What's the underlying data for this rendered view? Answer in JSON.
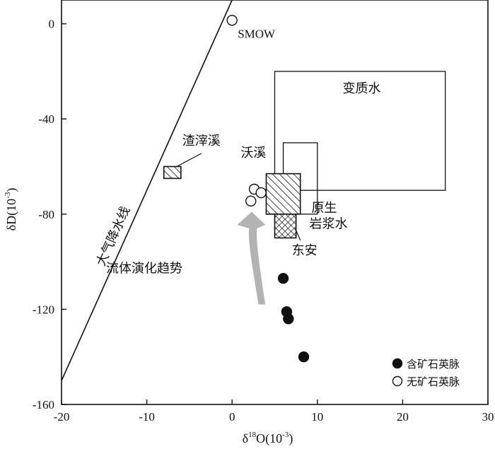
{
  "chart_data": {
    "type": "scatter",
    "xlabel": {
      "main": "δ",
      "sup1": "18",
      "mid": "O(10",
      "sup2": "-3",
      "end": ")"
    },
    "ylabel": {
      "main": "δD(10",
      "sup": "-3",
      "end": ")"
    },
    "xlim": [
      -20,
      30
    ],
    "ylim": [
      -160,
      10
    ],
    "xticks": [
      -20,
      -10,
      0,
      10,
      20,
      30
    ],
    "yticks": [
      0,
      -40,
      -80,
      -120,
      -160
    ],
    "xtick_labels": [
      "-20",
      "-10",
      "0",
      "10",
      "20",
      "30"
    ],
    "ytick_labels": [
      "0",
      "-40",
      "-80",
      "-120",
      "-160"
    ],
    "grid": false,
    "legend_position": "bottom-right",
    "series": [
      {
        "name": "含矿石英脉",
        "marker": "filled-circle",
        "points": [
          [
            6.0,
            -107
          ],
          [
            6.4,
            -121
          ],
          [
            6.6,
            -124
          ],
          [
            8.4,
            -140
          ]
        ]
      },
      {
        "name": "无矿石英脉",
        "marker": "open-circle",
        "points": [
          [
            2.6,
            -69.5
          ],
          [
            3.4,
            -71
          ],
          [
            2.2,
            -74.5
          ]
        ]
      }
    ],
    "meteoric_water_line": {
      "label": "大气降水线",
      "slope": 8,
      "intercept": 10
    },
    "smow": {
      "label": "SMOW",
      "x": 0,
      "y": 0
    },
    "regions": [
      {
        "name": "变质水",
        "x": [
          5,
          25
        ],
        "y": [
          -70,
          -20
        ],
        "fill": "none"
      },
      {
        "name": "原生岩浆水",
        "label_lines": [
          "原生",
          "岩浆水"
        ],
        "x": [
          6,
          10
        ],
        "y": [
          -80,
          -50
        ],
        "fill": "none"
      },
      {
        "name": "沃溪",
        "x": [
          4,
          8
        ],
        "y": [
          -80,
          -63
        ],
        "fill": "diagonal-hatch"
      },
      {
        "name": "渣滓溪",
        "x": [
          -8,
          -6
        ],
        "y": [
          -65,
          -60
        ],
        "fill": "diagonal-hatch"
      },
      {
        "name": "东安",
        "x": [
          5,
          7.5
        ],
        "y": [
          -90,
          -80
        ],
        "fill": "cross-hatch"
      }
    ],
    "trend_label": "流体演化趋势"
  }
}
